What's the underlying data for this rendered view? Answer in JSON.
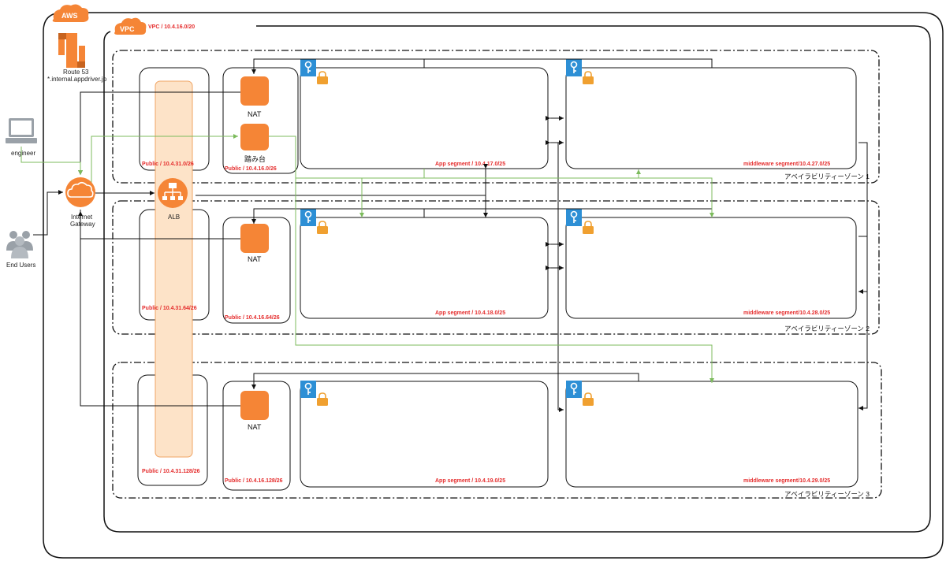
{
  "aws": {
    "badge": "AWS"
  },
  "vpc": {
    "badge": "VPC",
    "cidr": "VPC / 10.4.16.0/20"
  },
  "route53": {
    "name": "Route 53",
    "domain": "*.internal.appdriver.jp"
  },
  "external": {
    "engineer": "engineer",
    "end_users": "End Users"
  },
  "igw": {
    "line1": "Internet",
    "line2": "Gateway"
  },
  "alb": {
    "label": "ALB"
  },
  "zones": [
    {
      "name": "アベイラビリティーゾーン 1",
      "alb_public": "Public / 10.4.31.0/26",
      "nat_public": "Public / 10.4.16.0/26",
      "nat_label": "NAT",
      "bastion_label": "踏み台",
      "app": "App segment / 10.4.17.0/25",
      "middleware": "middleware segment/10.4.27.0/25"
    },
    {
      "name": "アベイラビリティーゾーン 2",
      "alb_public": "Public / 10.4.31.64/26",
      "nat_public": "Public / 10.4.16.64/26",
      "nat_label": "NAT",
      "app": "App segment / 10.4.18.0/25",
      "middleware": "middleware segment/10.4.28.0/25"
    },
    {
      "name": "アベイラビリティーゾーン 3",
      "alb_public": "Public / 10.4.31.128/26",
      "nat_public": "Public / 10.4.16.128/26",
      "nat_label": "NAT",
      "app": "App segment / 10.4.19.0/25",
      "middleware": "middleware segment/10.4.29.0/25"
    }
  ],
  "colors": {
    "aws_orange": "#f58536",
    "alb_band": "#fde3c8",
    "subnet_key_blue": "#2d8fd5",
    "lock_orange": "#f0a030",
    "label_red": "#e52d2d",
    "green_line": "#7cbb5c"
  }
}
